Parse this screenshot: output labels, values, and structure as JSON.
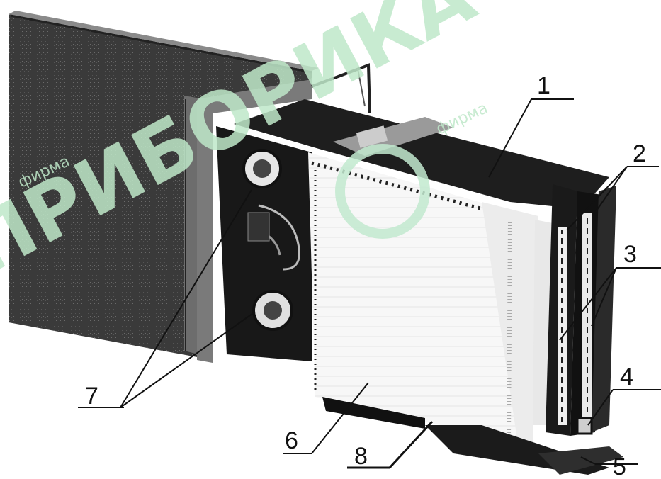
{
  "watermark": {
    "text_main": "ПРИБОРИКА",
    "text_small": "фирма",
    "color": "#bfe8c9"
  },
  "callouts": [
    {
      "id": "1",
      "label": "1"
    },
    {
      "id": "2",
      "label": "2"
    },
    {
      "id": "3",
      "label": "3"
    },
    {
      "id": "4",
      "label": "4"
    },
    {
      "id": "5",
      "label": "5"
    },
    {
      "id": "6",
      "label": "6"
    },
    {
      "id": "7",
      "label": "7"
    },
    {
      "id": "8",
      "label": "8"
    }
  ]
}
